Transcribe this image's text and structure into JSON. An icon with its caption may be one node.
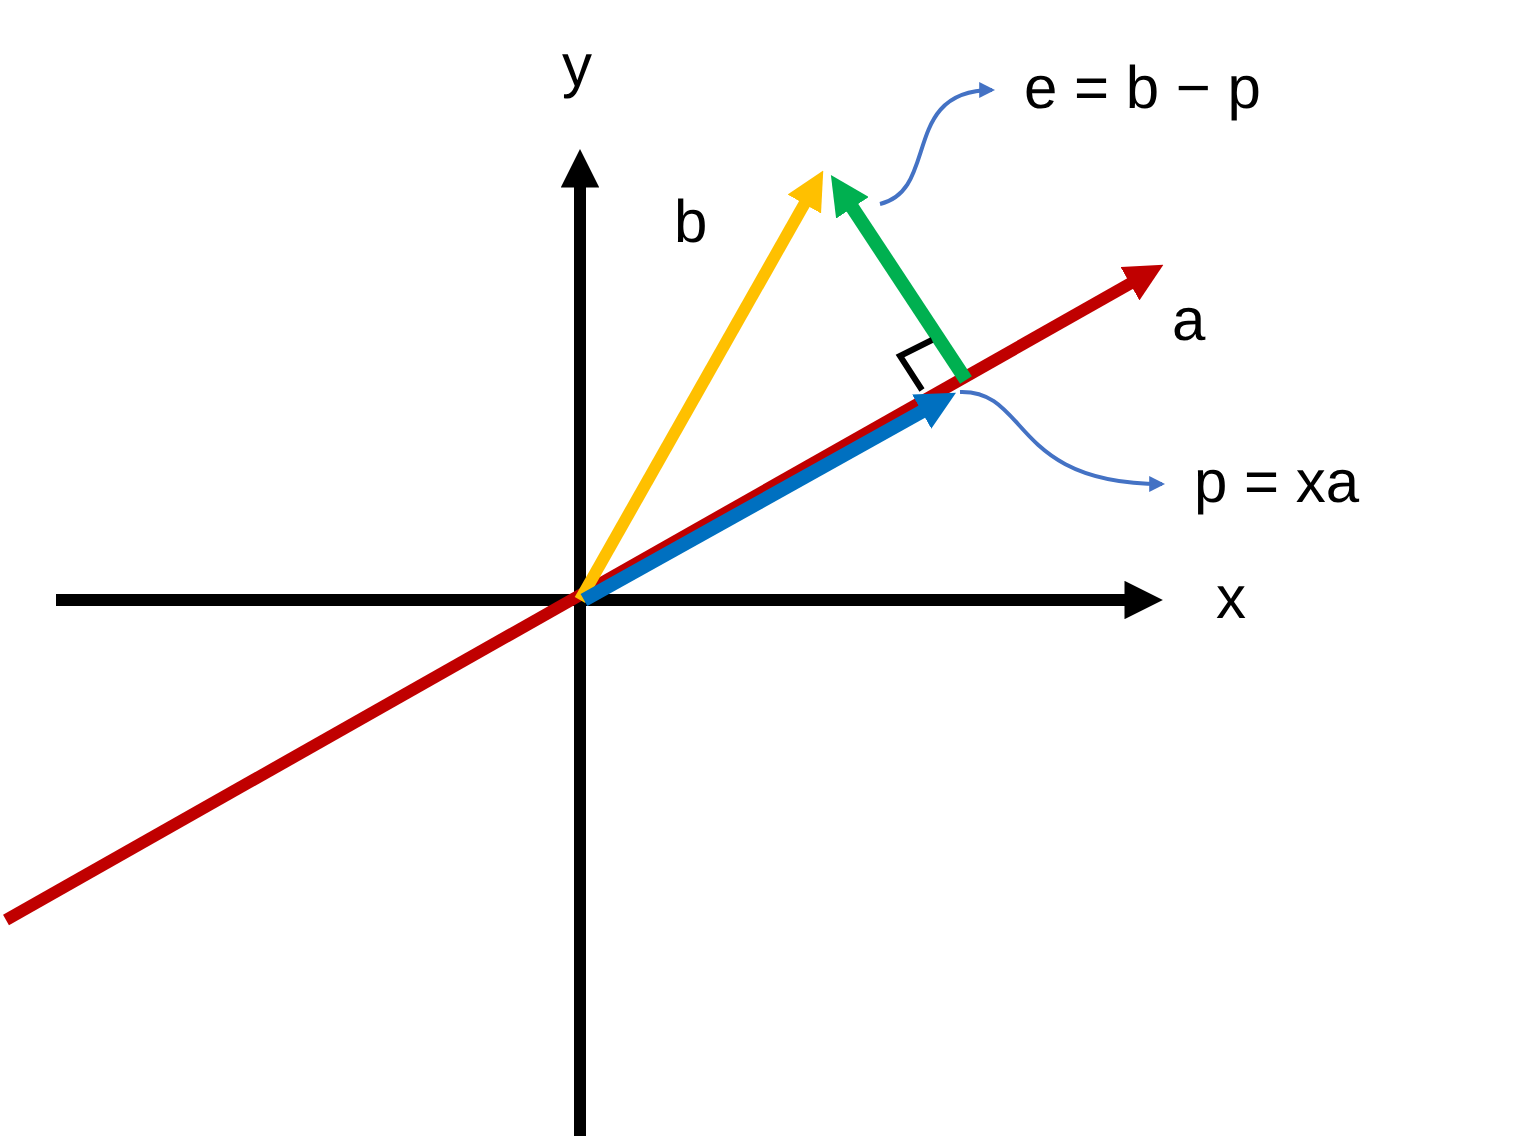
{
  "diagram": {
    "nodes": [
      {
        "text": [
          "e = b − p"
        ]
      },
      {
        "text": [
          "p = xa"
        ]
      }
    ],
    "edges": [
      {
        "from": null,
        "to": 0,
        "arrow": "to"
      },
      {
        "from": null,
        "to": 1,
        "arrow": "to"
      }
    ],
    "labels": [
      "y",
      "b",
      "a",
      "x"
    ]
  }
}
